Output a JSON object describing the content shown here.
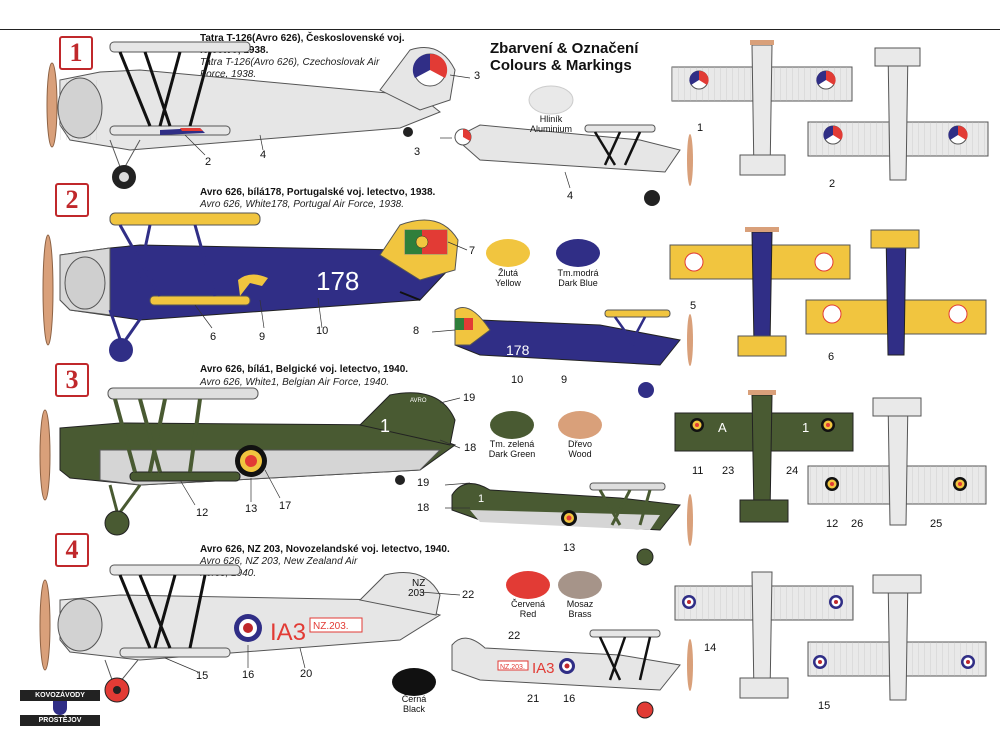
{
  "heading": {
    "line1": "Zbarvení & Označení",
    "line2": "Colours & Markings"
  },
  "variants": [
    {
      "number": "1",
      "name_cz": "Tatra T-126(Avro 626), Československé voj. letectvo, 1938.",
      "name_en": "Tatra T-126(Avro 626), Czechoslovak Air Force, 1938."
    },
    {
      "number": "2",
      "name_cz": "Avro 626, bílá178, Portugalské voj. letectvo, 1938.",
      "name_en": "Avro 626, White178, Portugal Air Force, 1938."
    },
    {
      "number": "3",
      "name_cz": "Avro 626, bílá1, Belgické voj. letectvo, 1940.",
      "name_en": "Avro 626, White1, Belgian Air Force, 1940."
    },
    {
      "number": "4",
      "name_cz": "Avro 626, NZ 203, Novozelandské voj. letectvo, 1940.",
      "name_en": "Avro 626, NZ 203, New Zealand Air Force, 1940."
    }
  ],
  "swatches": [
    {
      "cz": "Hliník",
      "en": "Aluminium",
      "color": "#e9e9e9"
    },
    {
      "cz": "Žlutá",
      "en": "Yellow",
      "color": "#f1c53f"
    },
    {
      "cz": "Tm.modrá",
      "en": "Dark Blue",
      "color": "#302e86"
    },
    {
      "cz": "Tm. zelená",
      "en": "Dark Green",
      "color": "#495a32"
    },
    {
      "cz": "Dřevo",
      "en": "Wood",
      "color": "#d9a07a"
    },
    {
      "cz": "Červená",
      "en": "Red",
      "color": "#e23b35"
    },
    {
      "cz": "Mosaz",
      "en": "Brass",
      "color": "#a69489"
    },
    {
      "cz": "Černá",
      "en": "Black",
      "color": "#111111"
    }
  ],
  "fuselage_markings": {
    "p2": "178",
    "p3": "1",
    "p4_code": "IA3",
    "p4_serial": "NZ.203.",
    "p4_fin_line1": "NZ",
    "p4_fin_line2": "203",
    "p3_fin_text": "AVRO",
    "wing_letter": "A",
    "wing_num": "1"
  },
  "callouts": [
    "1",
    "2",
    "3",
    "4",
    "5",
    "6",
    "7",
    "8",
    "9",
    "10",
    "11",
    "12",
    "13",
    "14",
    "15",
    "16",
    "17",
    "18",
    "19",
    "20",
    "21",
    "22",
    "23",
    "24",
    "25",
    "26"
  ],
  "logo": {
    "line1": "KOVOZÁVODY",
    "line2": "PROSTĚJOV"
  },
  "colors": {
    "badge_red": "#c0282b",
    "aluminium": "#e9e9e9",
    "yellow": "#f1c53f",
    "dark_blue": "#302e86",
    "dark_green": "#495a32",
    "wood": "#d9a07a",
    "red": "#e23b35",
    "black": "#111111"
  }
}
